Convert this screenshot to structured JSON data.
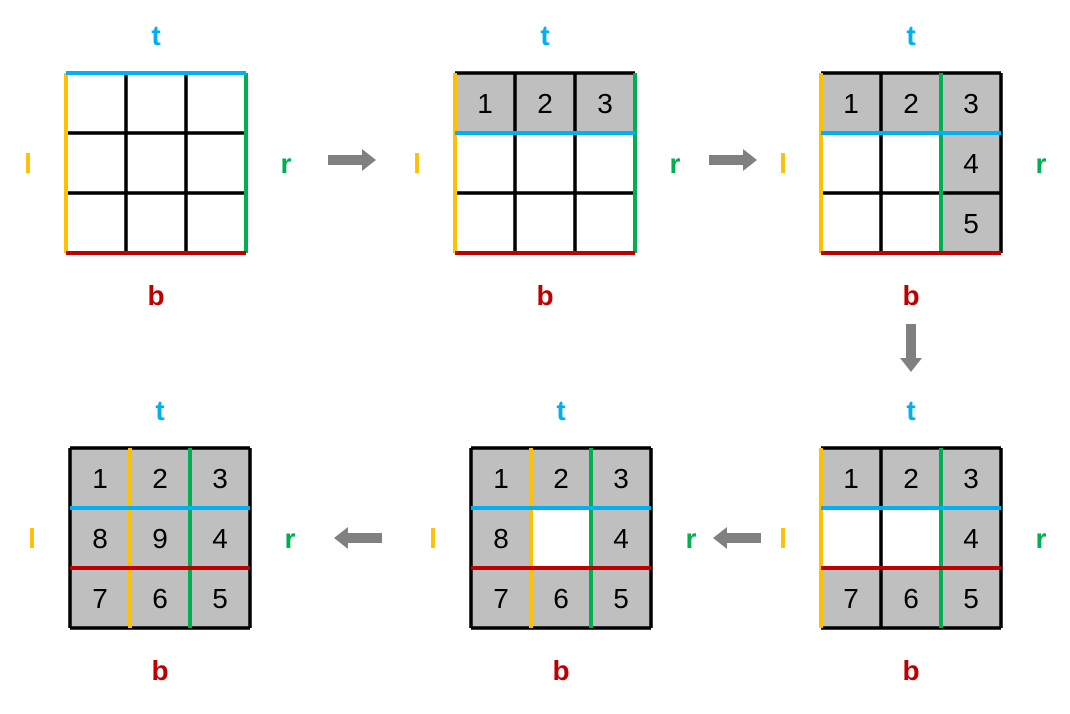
{
  "colors": {
    "top": "#00B0F0",
    "left": "#FFC000",
    "right": "#00B050",
    "bottom": "#C00000",
    "cell_filled": "#BFBFBF",
    "grid": "#000000",
    "arrow": "#808080"
  },
  "labels": {
    "top": "t",
    "left": "l",
    "right": "r",
    "bottom": "b"
  },
  "steps": [
    {
      "cells": [
        "",
        "",
        "",
        "",
        "",
        "",
        "",
        "",
        ""
      ],
      "filled": [
        false,
        false,
        false,
        false,
        false,
        false,
        false,
        false,
        false
      ],
      "bounds": {
        "t": 0,
        "b": 3,
        "l": 0,
        "r": 3
      }
    },
    {
      "cells": [
        "1",
        "2",
        "3",
        "",
        "",
        "",
        "",
        "",
        ""
      ],
      "filled": [
        true,
        true,
        true,
        false,
        false,
        false,
        false,
        false,
        false
      ],
      "bounds": {
        "t": 1,
        "b": 3,
        "l": 0,
        "r": 3
      }
    },
    {
      "cells": [
        "1",
        "2",
        "3",
        "",
        "",
        "4",
        "",
        "",
        "5"
      ],
      "filled": [
        true,
        true,
        true,
        false,
        false,
        true,
        false,
        false,
        true
      ],
      "bounds": {
        "t": 1,
        "b": 3,
        "l": 0,
        "r": 2
      }
    },
    {
      "cells": [
        "1",
        "2",
        "3",
        "",
        "",
        "4",
        "7",
        "6",
        "5"
      ],
      "filled": [
        true,
        true,
        true,
        false,
        false,
        true,
        true,
        true,
        true
      ],
      "bounds": {
        "t": 1,
        "b": 2,
        "l": 0,
        "r": 2
      }
    },
    {
      "cells": [
        "1",
        "2",
        "3",
        "8",
        "",
        "4",
        "7",
        "6",
        "5"
      ],
      "filled": [
        true,
        true,
        true,
        true,
        false,
        true,
        true,
        true,
        true
      ],
      "bounds": {
        "t": 1,
        "b": 2,
        "l": 1,
        "r": 2
      }
    },
    {
      "cells": [
        "1",
        "2",
        "3",
        "8",
        "9",
        "4",
        "7",
        "6",
        "5"
      ],
      "filled": [
        true,
        true,
        true,
        true,
        true,
        true,
        true,
        true,
        true
      ],
      "bounds": {
        "t": 1,
        "b": 2,
        "l": 1,
        "r": 2
      }
    }
  ],
  "arrows": [
    "right",
    "right",
    "down",
    "left",
    "left"
  ]
}
